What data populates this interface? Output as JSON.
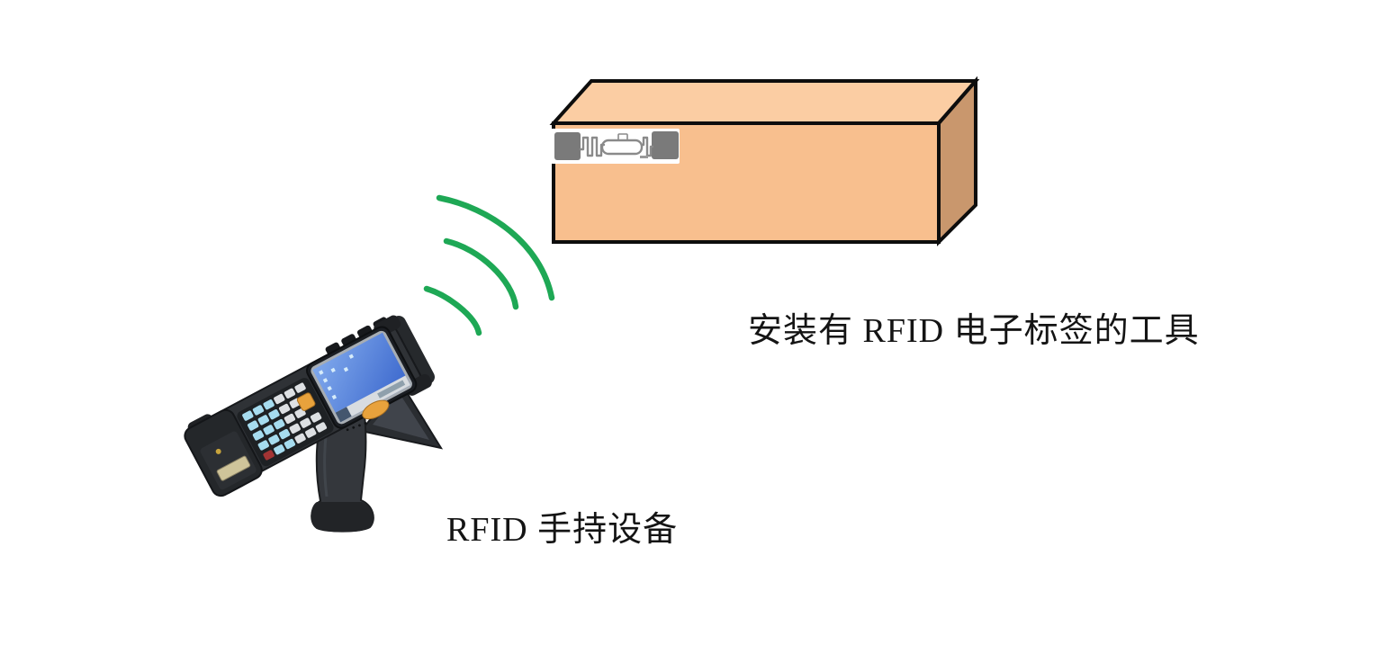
{
  "figure": {
    "title": "RFID handheld reader scanning a carton with RFID tag",
    "box_label": "安装有 RFID 电子标签的工具",
    "device_label": "RFID 手持设备",
    "signal": {
      "arc_count": 3
    }
  },
  "colors": {
    "background": "#FFFFFF",
    "text": "#141414",
    "signal_green": "#1EA855",
    "box_top": "#FBCDA3",
    "box_front": "#F8BF8E",
    "box_side": "#C9976D",
    "box_outline": "#0D0D0D",
    "tag_label": "#FFFFFF",
    "tag_pad": "#7A7A7A",
    "tag_antenna": "#8A8A8A",
    "device_body": "#2F3236",
    "device_dark": "#24272A",
    "device_edge": "#17191C",
    "screen_blue": "#3A66CC",
    "screen_blue_light": "#7FA8EC",
    "taskbar_light": "#D8DCE0",
    "key_light": "#DDE0E3",
    "key_cyan": "#A6DCEF",
    "key_orange": "#E8A23C",
    "key_red": "#A23434",
    "trigger_orange": "#E8A23C",
    "scan_window": "#CFC49A"
  }
}
